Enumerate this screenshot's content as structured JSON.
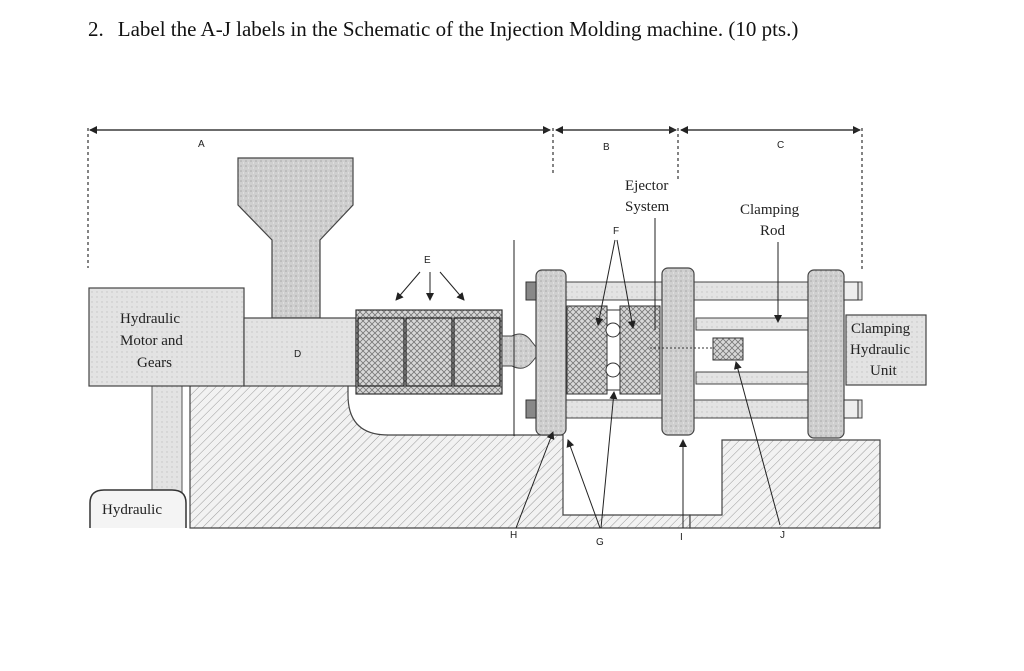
{
  "question": {
    "number": "2.",
    "text": "Label the A-J labels in the Schematic of the Injection Molding machine. (10 pts.)"
  },
  "diagram": {
    "letters": {
      "A": "A",
      "B": "B",
      "C": "C",
      "D": "D",
      "E": "E",
      "F": "F",
      "G": "G",
      "H": "H",
      "I": "I",
      "J": "J"
    },
    "hydraulic_motor": [
      "Hydraulic",
      "Motor and",
      "Gears"
    ],
    "hydraulic_pump": "Hydraulic",
    "ejector_system": [
      "Ejector",
      "System"
    ],
    "clamping_rod": [
      "Clamping",
      "Rod"
    ],
    "clamping_unit": [
      "Clamping",
      "Hydraulic",
      "Unit"
    ]
  }
}
